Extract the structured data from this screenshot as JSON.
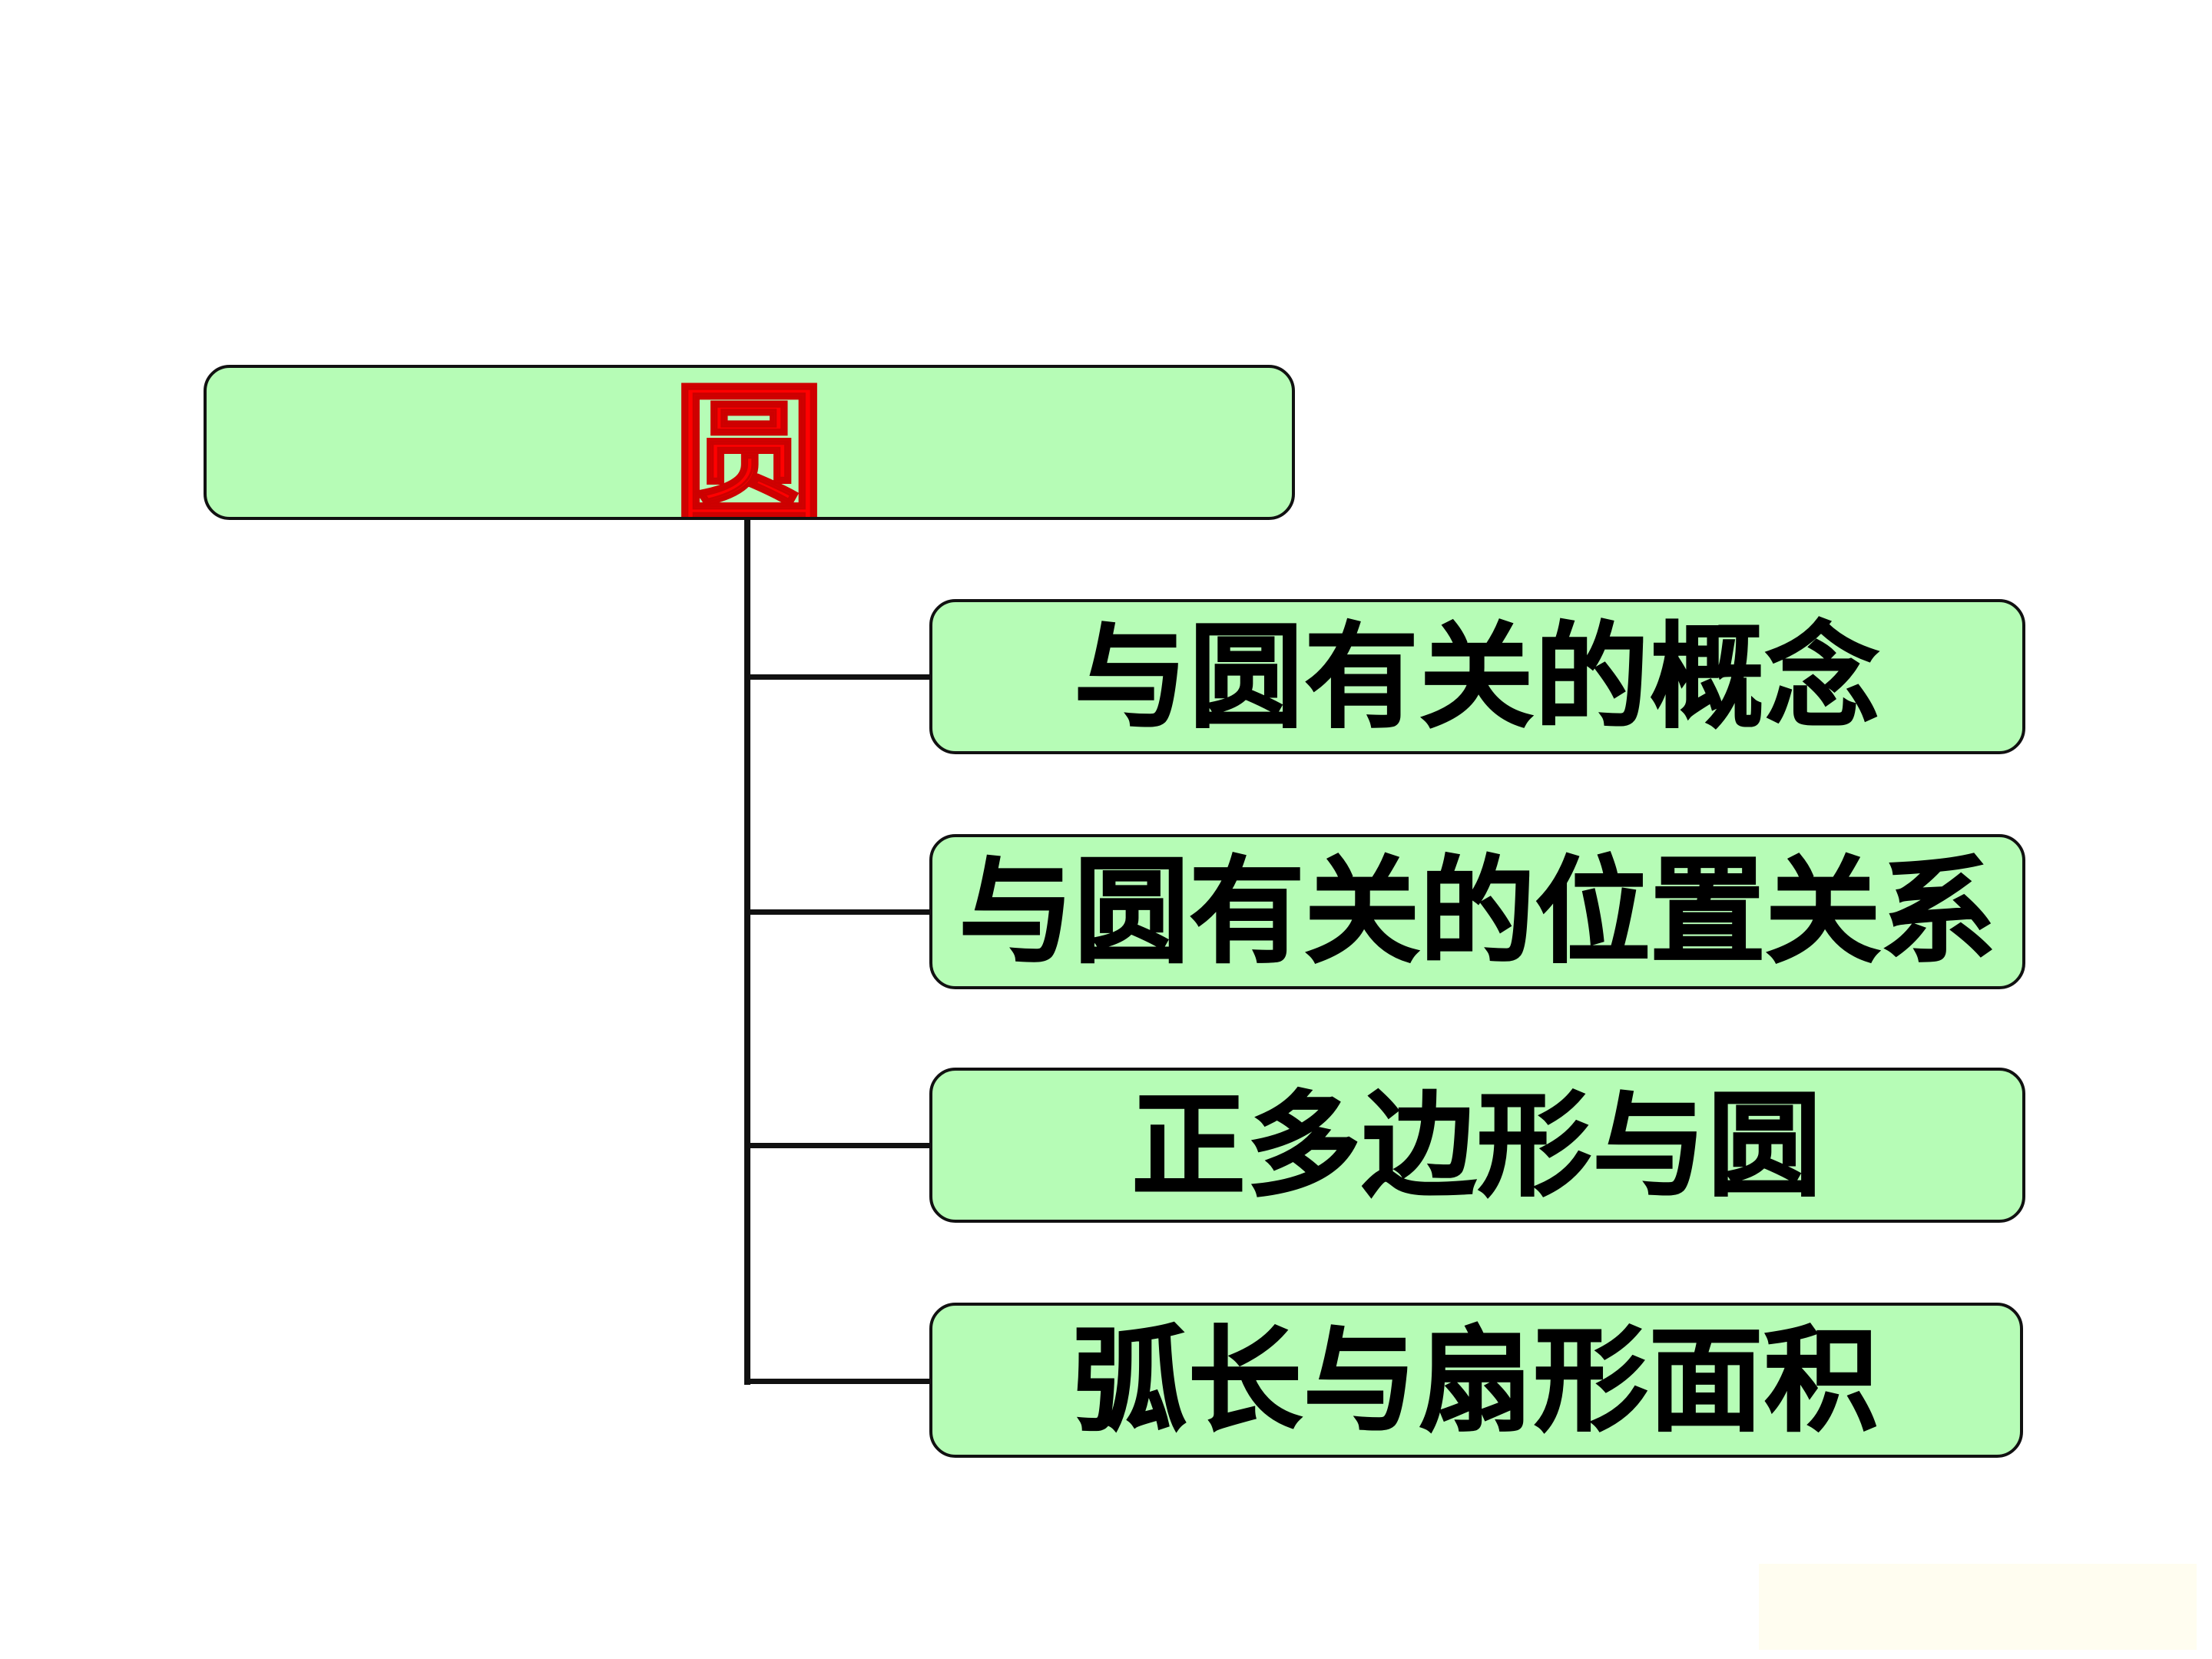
{
  "diagram": {
    "root": {
      "label": "圆",
      "text_color": "#ff0000",
      "fill": "#b6fcb6"
    },
    "children": [
      {
        "label": "与圆有关的概念"
      },
      {
        "label": "与圆有关的位置关系"
      },
      {
        "label": "正多边形与圆"
      },
      {
        "label": "弧长与扇形面积"
      }
    ],
    "colors": {
      "box_fill": "#b6fcb6",
      "box_border": "#111111",
      "connector": "#111111",
      "child_text": "#000000"
    }
  }
}
